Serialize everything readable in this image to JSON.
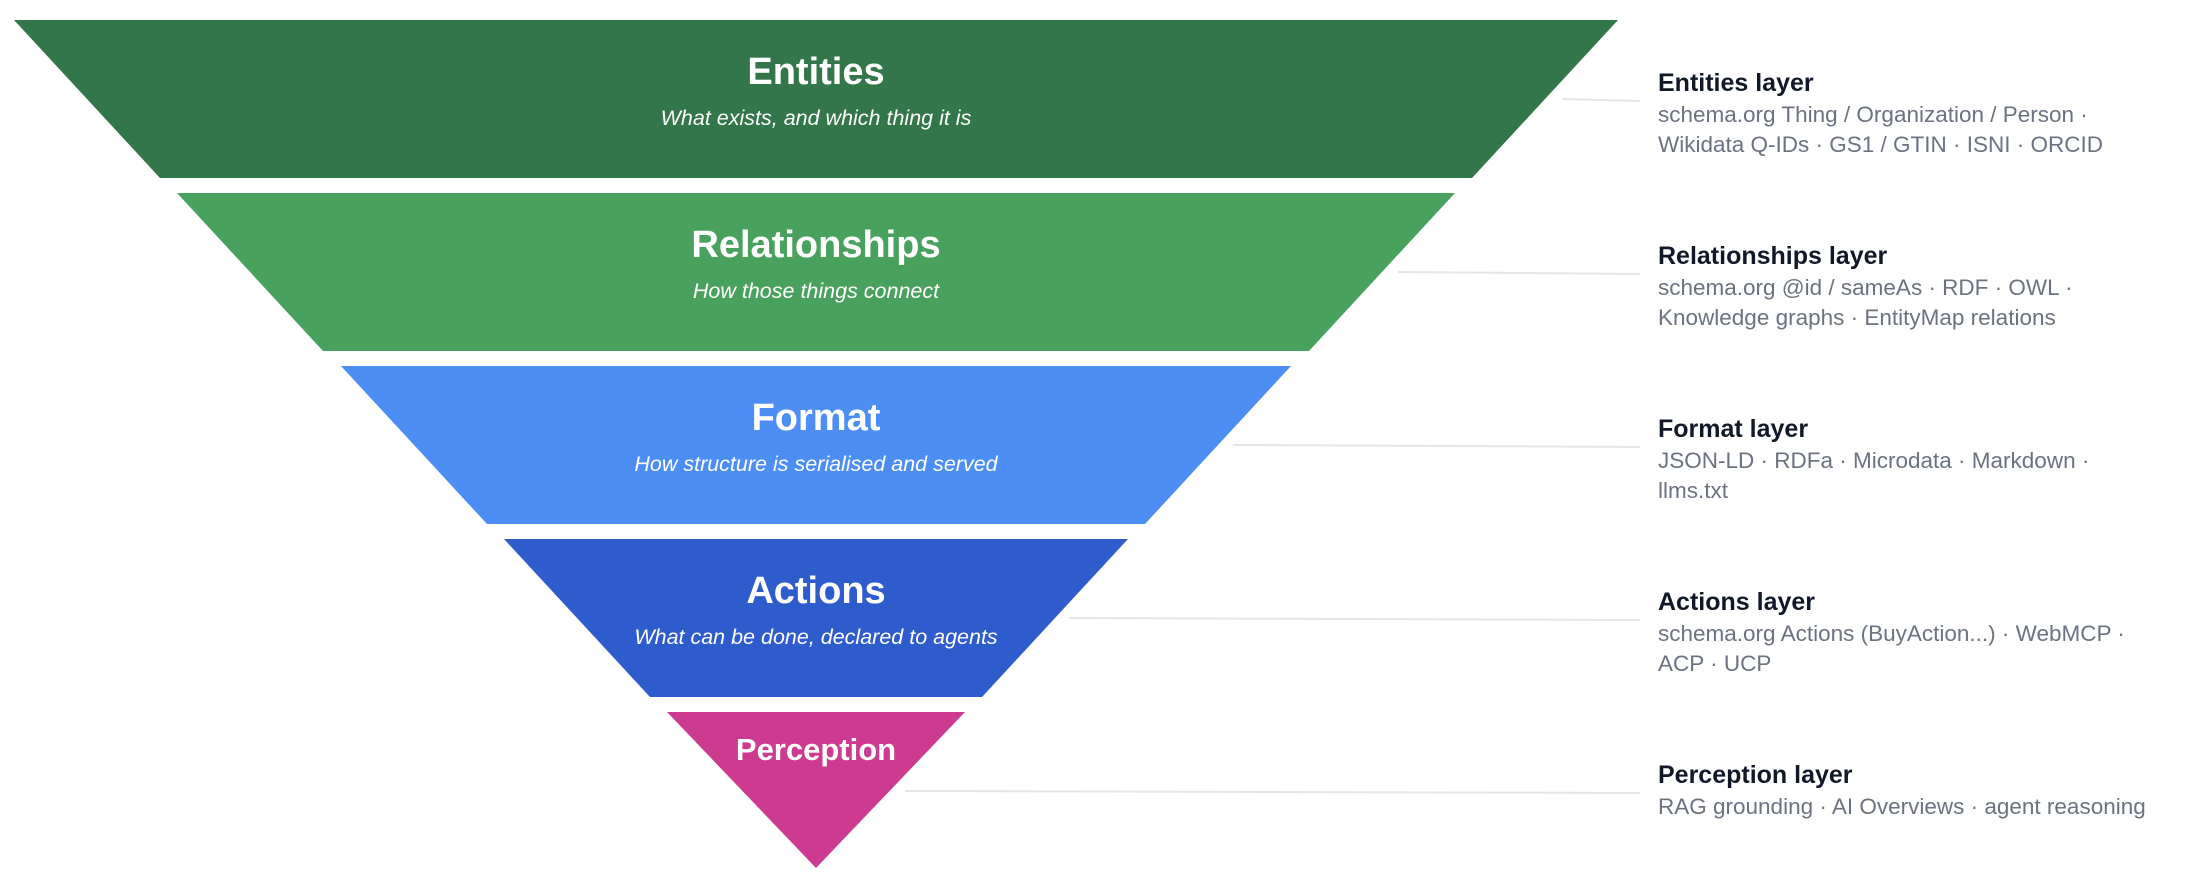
{
  "layers": [
    {
      "title": "Entities",
      "subtitle": "What exists, and which thing it is",
      "color": "#32764a",
      "detail_title": "Entities layer",
      "detail_lines": [
        "schema.org Thing / Organization / Person ·",
        "Wikidata Q-IDs · GS1 / GTIN · ISNI · ORCID"
      ]
    },
    {
      "title": "Relationships",
      "subtitle": "How those things connect",
      "color": "#49a15e",
      "detail_title": "Relationships layer",
      "detail_lines": [
        "schema.org @id / sameAs · RDF · OWL ·",
        "Knowledge graphs · EntityMap relations"
      ]
    },
    {
      "title": "Format",
      "subtitle": "How structure is serialised and served",
      "color": "#4c8ef3",
      "detail_title": "Format layer",
      "detail_lines": [
        "JSON-LD · RDFa · Microdata · Markdown ·",
        "llms.txt"
      ]
    },
    {
      "title": "Actions",
      "subtitle": "What can be done, declared to agents",
      "color": "#2f5ccd",
      "detail_title": "Actions layer",
      "detail_lines": [
        "schema.org Actions (BuyAction...) · WebMCP ·",
        "ACP · UCP"
      ]
    },
    {
      "title": "Perception",
      "subtitle": "",
      "color": "#cc3b8f",
      "detail_title": "Perception layer",
      "detail_lines": [
        "RAG grounding · AI Overviews · agent reasoning"
      ]
    }
  ]
}
